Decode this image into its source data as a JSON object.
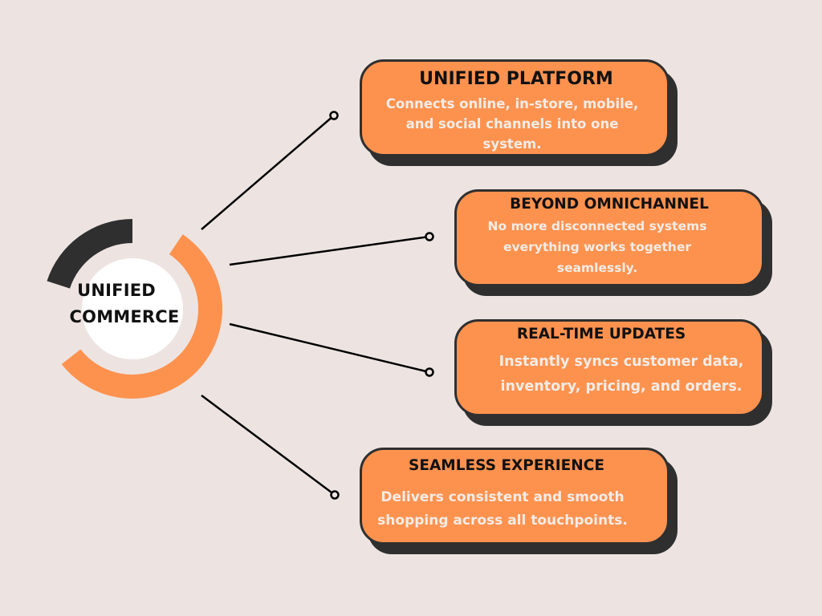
{
  "colors": {
    "background": "#ede4e2",
    "accent": "#fd924f",
    "dark": "#2f2f2f",
    "text_dark": "#111111",
    "text_light": "#f4ece6",
    "center_fill": "#ffffff"
  },
  "center": {
    "line1": "UNIFIED",
    "line2": "COMMERCE",
    "ring_segments": [
      {
        "name": "dark-segment",
        "color": "#2f2f2f",
        "share": 0.2
      },
      {
        "name": "orange-segment",
        "color": "#fd924f",
        "share": 0.55
      }
    ]
  },
  "cards": [
    {
      "title": "UNIFIED PLATFORM",
      "description": "Connects online, in-store, mobile,\nand social channels into one\nsystem."
    },
    {
      "title": "BEYOND OMNICHANNEL",
      "description": "No more disconnected systems\neverything works together\nseamlessly."
    },
    {
      "title": "REAL-TIME UPDATES",
      "description": "Instantly syncs customer data,\ninventory, pricing, and orders."
    },
    {
      "title": "SEAMLESS EXPERIENCE",
      "description": "Delivers consistent and smooth\nshopping across all touchpoints."
    }
  ]
}
